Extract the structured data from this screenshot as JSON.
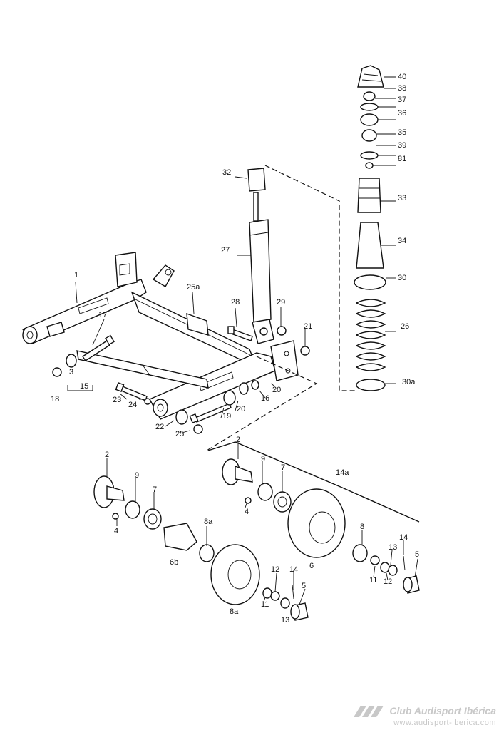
{
  "labels": {
    "l40": "40",
    "l38": "38",
    "l37": "37",
    "l36": "36",
    "l35": "35",
    "l39": "39",
    "l81": "81",
    "l32": "32",
    "l33": "33",
    "l34": "34",
    "l30": "30",
    "l26": "26",
    "l30a": "30a",
    "l27": "27",
    "l1": "1",
    "l25a": "25a",
    "l28": "28",
    "l29": "29",
    "l21": "21",
    "l17": "17",
    "l3": "3",
    "l18": "18",
    "l15": "15",
    "l23": "23",
    "l24": "24",
    "l20a": "20",
    "l20b": "20",
    "l16": "16",
    "l19": "19",
    "l22": "22",
    "l25": "25",
    "l2a": "2",
    "l2b": "2",
    "l9a": "9",
    "l7a": "7",
    "l4a": "4",
    "l8a": "8a",
    "l6b": "6b",
    "l8a2": "8a",
    "l12a": "12",
    "l14a": "14",
    "l5a": "5",
    "l11a": "11",
    "l13a": "13",
    "l9b": "9",
    "l7b": "7",
    "l14a_set": "14a",
    "l4b": "4",
    "l6": "6",
    "l8": "8",
    "l14b": "14",
    "l13b": "13",
    "l5b": "5",
    "l11b": "11",
    "l12b": "12"
  },
  "watermark": {
    "title": "Club Audisport Ibérica",
    "url": "www.audisport-iberica.com"
  },
  "colors": {
    "ink": "#111111",
    "watermark": "#c8c8c8",
    "background": "#ffffff"
  }
}
